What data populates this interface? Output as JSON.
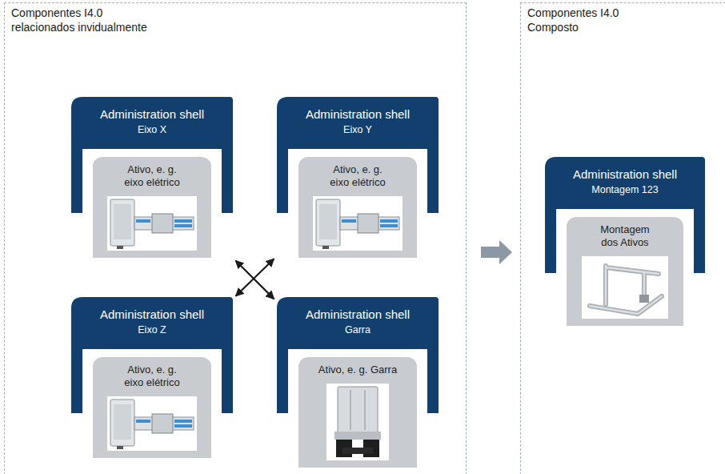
{
  "diagram": {
    "nodes": [
      {
        "text": [
          "Componentes I4.0 relacionados invidualmente"
        ]
      },
      {
        "text": [
          "Administration shell",
          "Eixo X"
        ],
        "in": 0
      },
      {
        "text": [
          "Ativo, e. g. eixo elétrico"
        ],
        "in": 1
      },
      {
        "text": [
          "Administration shell",
          "Eixo Y"
        ],
        "in": 0
      },
      {
        "text": [
          "Ativo, e. g. eixo elétrico"
        ],
        "in": 3
      },
      {
        "text": [
          "Administration shell",
          "Eixo Z"
        ],
        "in": 0
      },
      {
        "text": [
          "Ativo, e. g. eixo elétrico"
        ],
        "in": 5
      },
      {
        "text": [
          "Administration shell",
          "Garra"
        ],
        "in": 0
      },
      {
        "text": [
          "Ativo, e. g. Garra"
        ],
        "in": 7
      },
      {
        "text": [
          "Componentes I4.0 Composto"
        ]
      },
      {
        "text": [
          "Administration shell",
          "Montagem 123"
        ],
        "in": 9
      },
      {
        "text": [
          "Montagem dos Ativos"
        ],
        "in": 10
      }
    ],
    "edges": [
      {
        "from": 1,
        "to": 7,
        "arrow": "both"
      },
      {
        "from": 3,
        "to": 5,
        "arrow": "both"
      },
      {
        "from": 0,
        "to": 9,
        "arrow": "to"
      }
    ]
  }
}
